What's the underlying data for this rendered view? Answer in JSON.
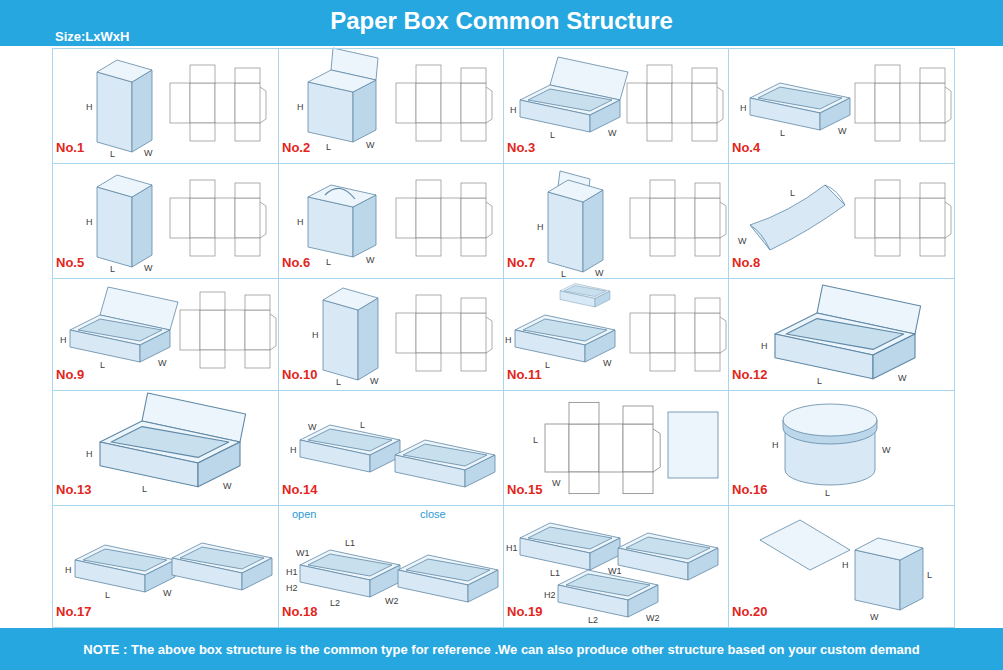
{
  "diagram": {
    "title": "Paper Box Common Structure",
    "caption": "NOTE : The above box structure is the common type for reference .We can also produce other structure based on your custom demand",
    "nodes": [
      {
        "text": [
          "No.1"
        ]
      },
      {
        "text": [
          "No.2"
        ]
      },
      {
        "text": [
          "No.3"
        ]
      },
      {
        "text": [
          "No.4"
        ]
      },
      {
        "text": [
          "No.5"
        ]
      },
      {
        "text": [
          "No.6"
        ]
      },
      {
        "text": [
          "No.7"
        ]
      },
      {
        "text": [
          "No.8"
        ]
      },
      {
        "text": [
          "No.9"
        ]
      },
      {
        "text": [
          "No.10"
        ]
      },
      {
        "text": [
          "No.11"
        ]
      },
      {
        "text": [
          "No.12"
        ]
      },
      {
        "text": [
          "No.13"
        ]
      },
      {
        "text": [
          "No.14"
        ]
      },
      {
        "text": [
          "No.15"
        ]
      },
      {
        "text": [
          "No.16"
        ]
      },
      {
        "text": [
          "No.17"
        ]
      },
      {
        "text": [
          "No.18"
        ]
      },
      {
        "text": [
          "No.19"
        ]
      },
      {
        "text": [
          "No.20"
        ]
      }
    ],
    "labels": [
      "Size:LxWxH",
      "H",
      "L",
      "W",
      "H",
      "L",
      "W",
      "H",
      "L",
      "W",
      "H",
      "L",
      "W",
      "H",
      "L",
      "W",
      "H",
      "L",
      "W",
      "H",
      "L",
      "W",
      "L",
      "W",
      "H",
      "L",
      "W",
      "H",
      "L",
      "W",
      "H",
      "L",
      "W",
      "H",
      "L",
      "W",
      "H",
      "L",
      "W",
      "W",
      "L",
      "H",
      "L",
      "W",
      "H",
      "W",
      "L",
      "H",
      "L",
      "W",
      "open",
      "close",
      "L1",
      "H1",
      "W1",
      "H2",
      "L2",
      "W2",
      "H1",
      "L1",
      "W1",
      "H2",
      "L2",
      "W2",
      "H",
      "W",
      "L"
    ]
  }
}
